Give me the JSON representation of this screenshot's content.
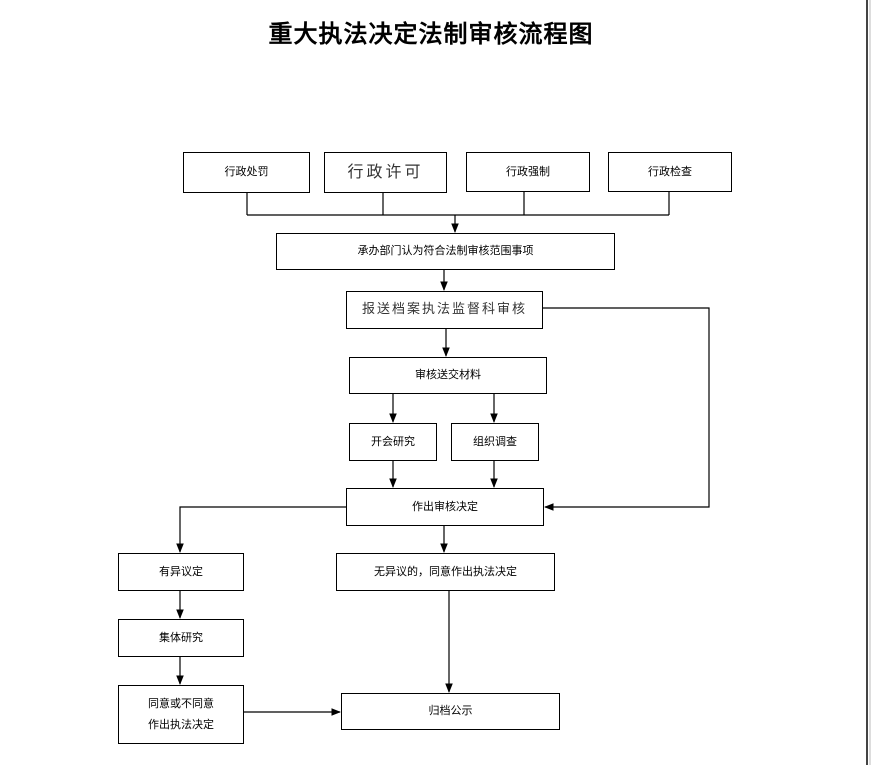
{
  "title": "重大执法决定法制审核流程图",
  "nodes": {
    "penalty": "行政处罚",
    "permit": "行政许可",
    "coercion": "行政强制",
    "inspection": "行政检查",
    "scope": "承办部门认为符合法制审核范围事项",
    "submit": "报送档案执法监督科审核",
    "review_materials": "审核送交材料",
    "meeting": "开会研究",
    "investigation": "组织调查",
    "decision": "作出审核决定",
    "objection": "有异议定",
    "no_objection": "无异议的，同意作出执法决定",
    "collective": "集体研究",
    "agree_or_not": "同意或不同意\n作出执法决定",
    "archive": "归档公示"
  }
}
